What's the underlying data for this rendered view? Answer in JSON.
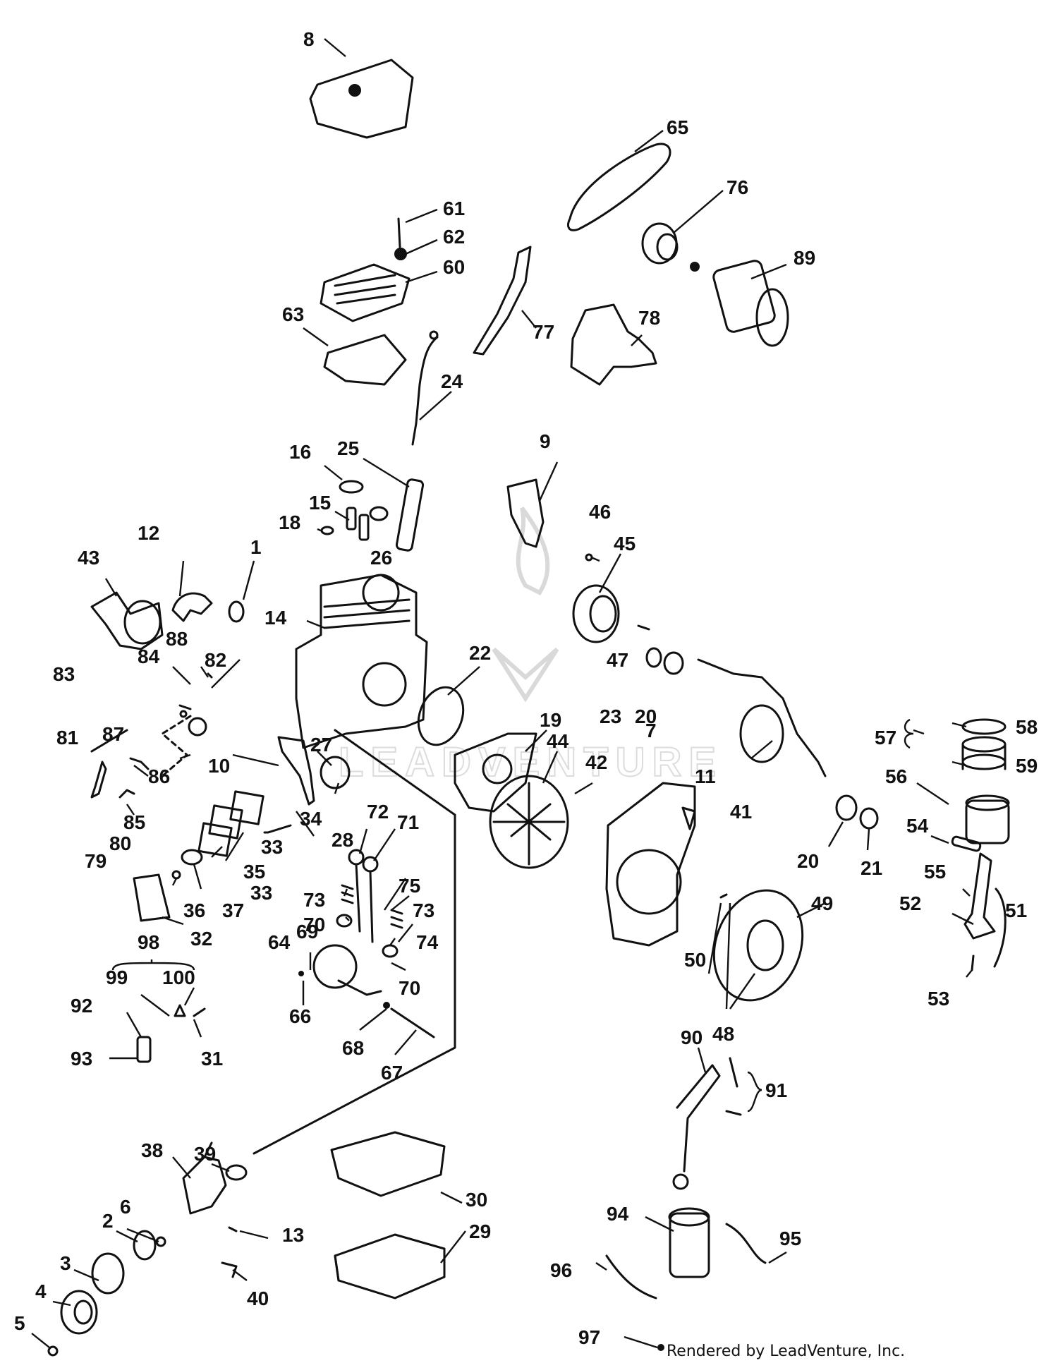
{
  "diagram": {
    "callouts": [
      "1",
      "2",
      "3",
      "4",
      "5",
      "6",
      "7",
      "8",
      "9",
      "10",
      "11",
      "12",
      "13",
      "14",
      "15",
      "16",
      "18",
      "19",
      "20",
      "20",
      "21",
      "22",
      "23",
      "24",
      "25",
      "26",
      "27",
      "28",
      "29",
      "30",
      "31",
      "32",
      "33",
      "33",
      "34",
      "35",
      "36",
      "37",
      "38",
      "39",
      "40",
      "41",
      "42",
      "43",
      "44",
      "45",
      "46",
      "47",
      "48",
      "49",
      "50",
      "51",
      "52",
      "53",
      "54",
      "55",
      "56",
      "57",
      "58",
      "59",
      "60",
      "61",
      "62",
      "63",
      "64",
      "65",
      "66",
      "67",
      "68",
      "69",
      "70",
      "70",
      "71",
      "72",
      "73",
      "73",
      "74",
      "75",
      "76",
      "77",
      "78",
      "79",
      "80",
      "81",
      "82",
      "83",
      "84",
      "85",
      "86",
      "87",
      "88",
      "89",
      "90",
      "91",
      "92",
      "93",
      "94",
      "95",
      "96",
      "97",
      "98",
      "99",
      "100"
    ],
    "watermark": "LEADVENTURE",
    "credit": "Rendered by LeadVenture, Inc."
  }
}
